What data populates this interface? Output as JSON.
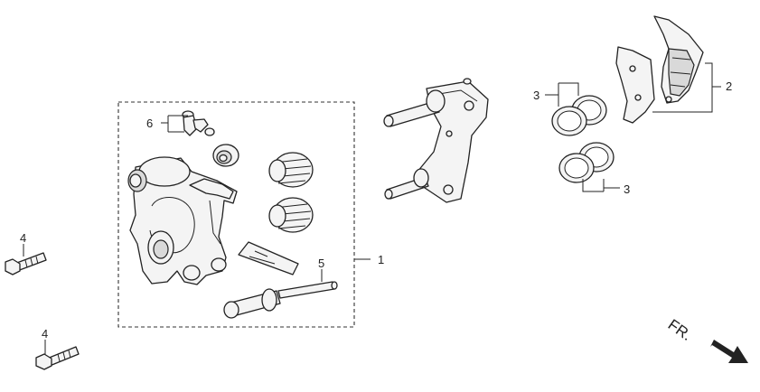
{
  "callouts": {
    "c1": "1",
    "c2": "2",
    "c3a": "3",
    "c3b": "3",
    "c4a": "4",
    "c4b": "4",
    "c5": "5",
    "c6": "6"
  },
  "direction": {
    "label": "FR."
  },
  "colors": {
    "line": "#222222",
    "fill": "#f4f4f4",
    "shade": "#d9d9d9",
    "background": "#ffffff"
  }
}
